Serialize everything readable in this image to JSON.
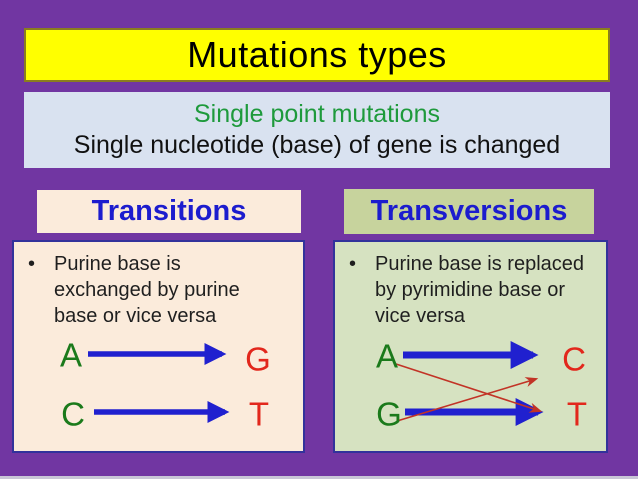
{
  "slide": {
    "title": "Mutations types",
    "subtitle": {
      "line1": "Single point mutations",
      "line2": "Single nucleotide (base) of gene is changed"
    },
    "bullet_glyph": "•"
  },
  "transitions": {
    "header": "Transitions",
    "bullet_lines": {
      "l1": "Purine base is",
      "l2": "exchanged by purine",
      "l3": "base or vice versa"
    },
    "pairs": [
      {
        "from": "A",
        "to": "G"
      },
      {
        "from": "C",
        "to": "T"
      }
    ]
  },
  "transversions": {
    "header": "Transversions",
    "bullet_lines": {
      "l1": "Purine base is replaced",
      "l2": "by pyrimidine base  or",
      "l3": "vice versa"
    },
    "pairs": [
      {
        "from": "A",
        "to": "C"
      },
      {
        "from": "G",
        "to": "T"
      }
    ],
    "cross_arrows": [
      {
        "from": "A",
        "to": "T"
      },
      {
        "from": "G",
        "to": "C"
      }
    ]
  },
  "colors": {
    "background_purple": "#7136A2",
    "title_yellow": "#FFFF00",
    "title_border_olive": "#8A7D1E",
    "subtitle_blue_bg": "#D9E2F0",
    "subtitle_green_text": "#1E9A3C",
    "header_blue_text": "#1C1CCE",
    "cream_panel": "#FBEBDB",
    "olive_header": "#C7D39D",
    "green_panel": "#D6E2C1",
    "panel_border_navy": "#32329B",
    "base_green": "#1B7A1B",
    "base_red": "#E2271C",
    "arrow_blue": "#2020CF",
    "arrow_red": "#C23326",
    "bottom_strip": "#C8C6D6"
  }
}
